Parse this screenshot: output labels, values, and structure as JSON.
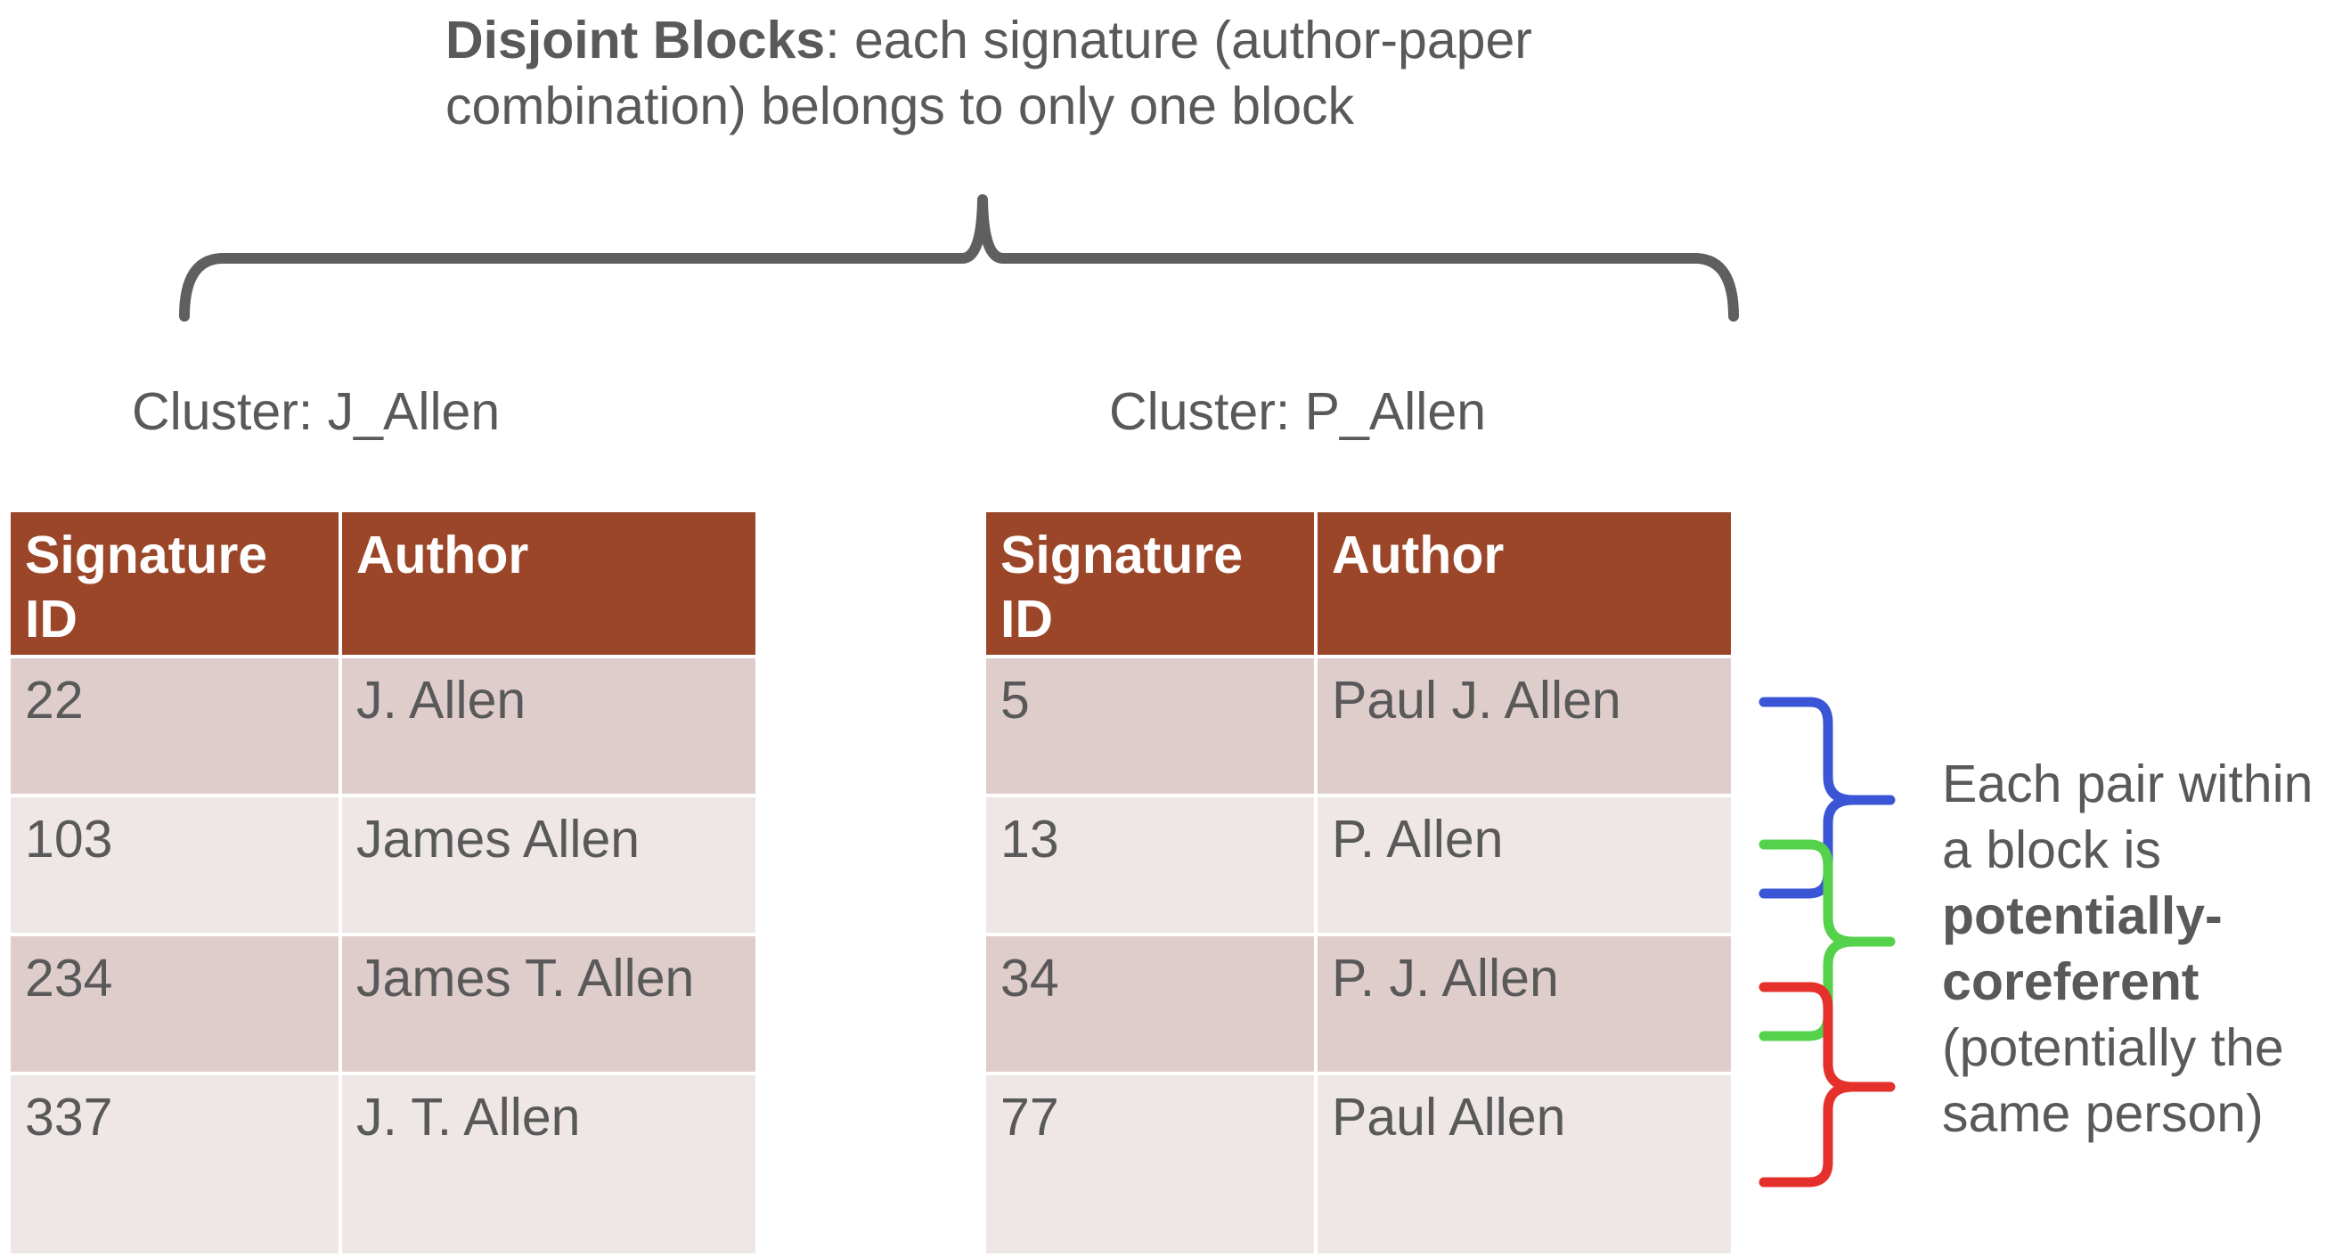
{
  "title": {
    "bold": "Disjoint Blocks",
    "line1_rest": ": each signature (author-paper",
    "line2": "combination) belongs to only one block"
  },
  "clusters": [
    {
      "title": "Cluster: J_Allen",
      "headers": [
        "Signature ID",
        "Author"
      ],
      "rows": [
        {
          "id": "22",
          "author": "J. Allen"
        },
        {
          "id": "103",
          "author": "James Allen"
        },
        {
          "id": "234",
          "author": "James T. Allen"
        },
        {
          "id": "337",
          "author": "J. T. Allen"
        }
      ]
    },
    {
      "title": "Cluster: P_Allen",
      "headers": [
        "Signature ID",
        "Author"
      ],
      "rows": [
        {
          "id": "5",
          "author": "Paul J. Allen"
        },
        {
          "id": "13",
          "author": "P. Allen"
        },
        {
          "id": "34",
          "author": "P. J. Allen"
        },
        {
          "id": "77",
          "author": "Paul Allen"
        }
      ]
    }
  ],
  "note": {
    "line1": "Each pair within",
    "line2": "a block is",
    "bold1": "potentially-",
    "bold2": "coreferent",
    "line3": "(potentially the",
    "line4": "same person)"
  },
  "colors": {
    "header_bg": "#9b4628",
    "row_dark": "#dfcdcc",
    "row_light": "#efe7e6",
    "bracket_gray": "#5f5f5f",
    "bracket_blue": "#3a55d6",
    "bracket_green": "#55d24c",
    "bracket_red": "#e5312b"
  }
}
